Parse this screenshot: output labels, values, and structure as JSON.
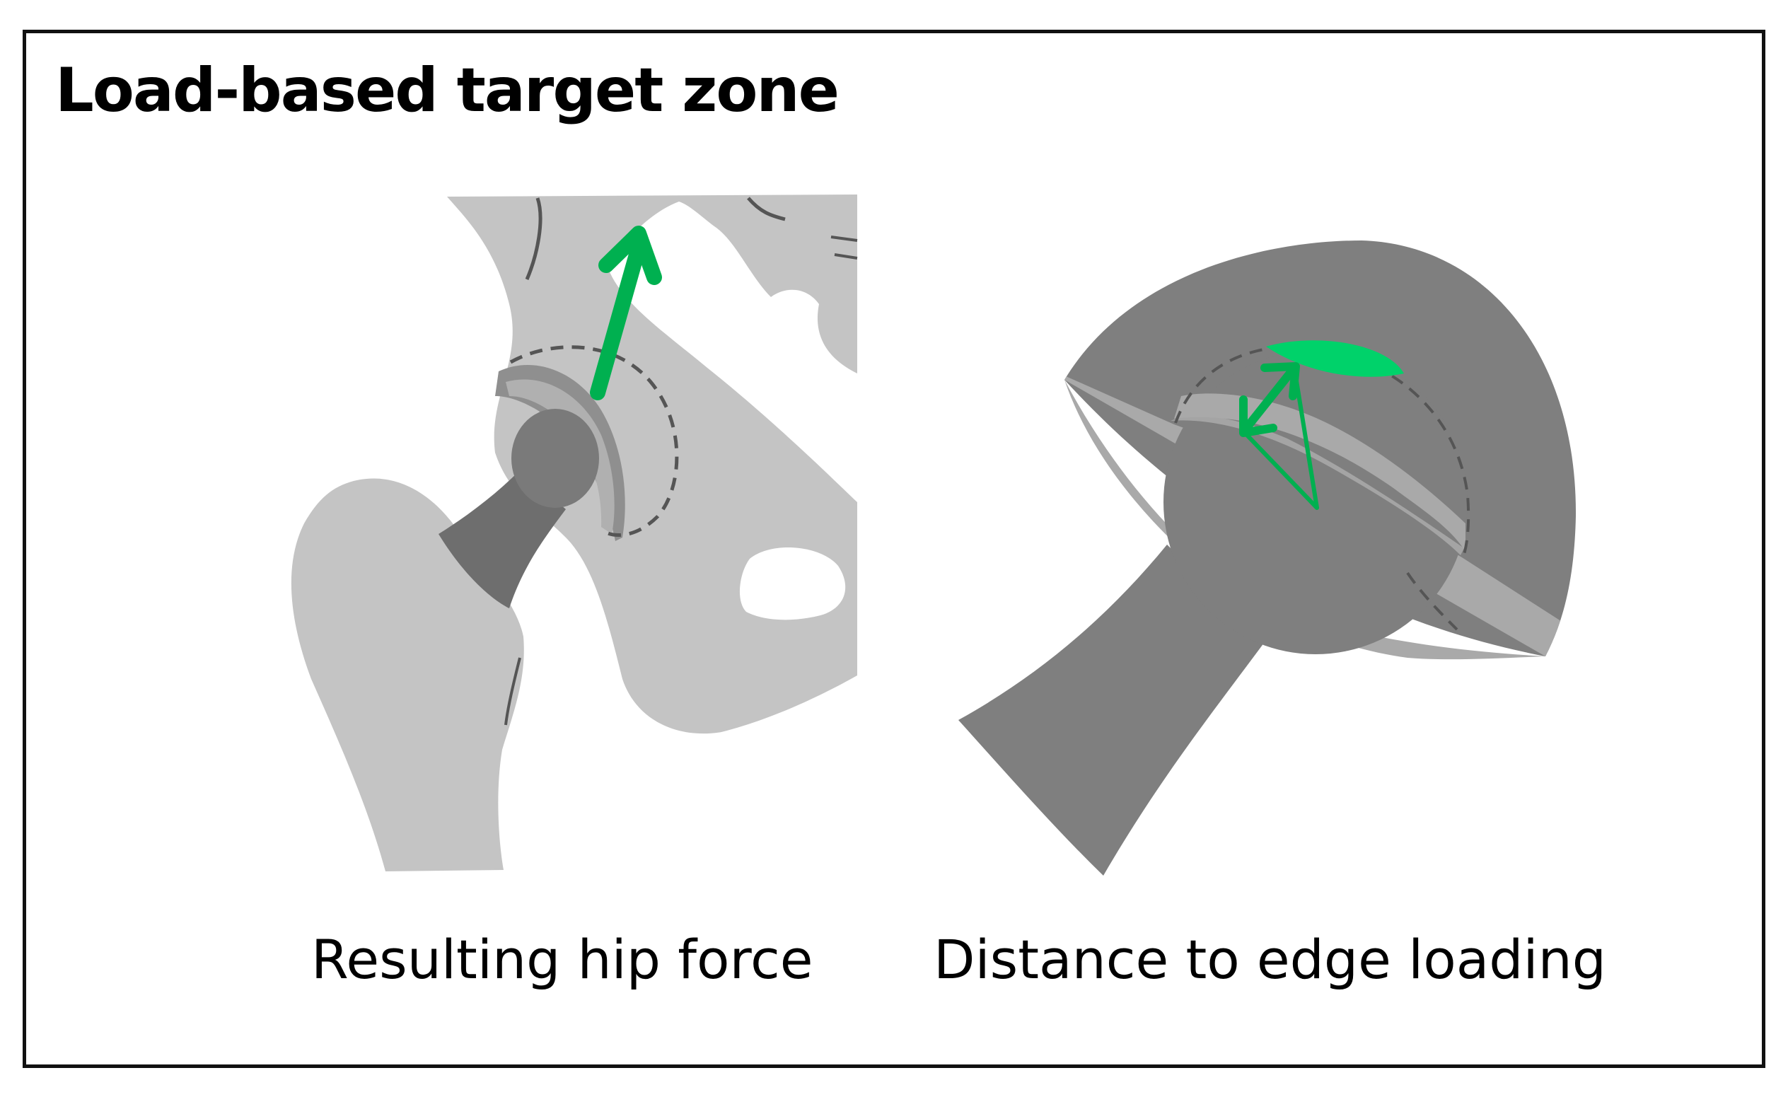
{
  "title": "Load-based target zone",
  "panels": [
    {
      "caption": "Resulting hip force"
    },
    {
      "caption": "Distance to edge loading"
    }
  ],
  "colors": {
    "accent_green": "#00b050",
    "zone_green": "#00d26a",
    "bone": "#c4c4c4",
    "bone_edge": "#555555",
    "implant_dark": "#7f7f7f",
    "implant_mid": "#a9a9a9",
    "background": "#ffffff",
    "text": "#000000"
  },
  "icons": [
    "hip-joint-illustration",
    "femoral-head-implant-illustration",
    "force-arrow-icon",
    "distance-arrow-icon"
  ]
}
